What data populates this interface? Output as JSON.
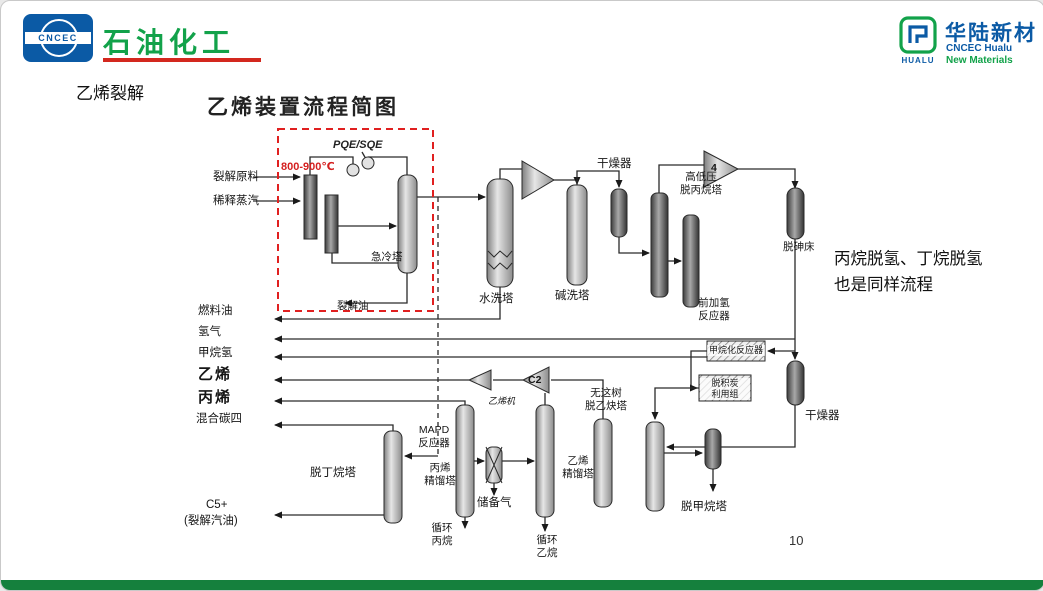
{
  "header": {
    "cncec_logo_text": "CNCEC",
    "brand_text": "石油化工",
    "hualu_title": "华陆新材",
    "hualu_sub_en": "CNCEC Hualu",
    "hualu_sub_en2": "New Materials",
    "hualu_icon_caption": "HUALU"
  },
  "slide": {
    "section_label": "乙烯裂解",
    "diagram_title": "乙烯装置流程简图",
    "side_note": "丙烷脱氢、丁烷脱氢\n也是同样流程",
    "page_number": "10"
  },
  "diagram": {
    "temperature": "800-900℃",
    "pqe_sqe": "PQE/SQE",
    "inputs": {
      "feed": "裂解原料",
      "dilution_steam": "稀释蒸汽"
    },
    "units": {
      "quench_tower": "急冷塔",
      "cracked_oil": "裂解油",
      "water_wash": "水洗塔",
      "caustic_wash": "碱洗塔",
      "dryer_1": "干燥器",
      "depropanizer": "高低压\n脱丙烷塔",
      "compressor_4": "4",
      "arsenic_bed": "脱砷床",
      "front_hydrogenation": "前加氢\n反应器",
      "methanation": "甲烷化反应器",
      "recovery_unit": "脱积炭\n利用组",
      "dryer_2": "干燥器",
      "debutanizer": "脱丁烷塔",
      "propylene_tower": "丙烯\n精馏塔",
      "mapd_reactor": "MAPD\n反应器",
      "reserve_gas": "储备气",
      "recycle_propane": "循环\n丙烷",
      "ethylene_tower": "乙烯\n精馏塔",
      "recycle_ethane": "循环\n乙烷",
      "ethylene_compressor": "乙烯机",
      "c2_compressor": "C2",
      "deacetylenizer": "无这树\n脱乙炔塔",
      "demethanizer": "脱甲烷塔"
    },
    "products": {
      "fuel_oil": "燃料油",
      "hydrogen": "氢气",
      "methane_hydrogen": "甲烷氢",
      "ethylene": "乙烯",
      "propylene": "丙烯",
      "mixed_c4": "混合碳四",
      "c5_plus": "C5+",
      "c5_note": "(裂解汽油)"
    },
    "colors": {
      "highlight_red": "#e02020",
      "brand_green": "#12a24a",
      "brand_blue": "#0b5aa5",
      "footer_green": "#15803d"
    }
  }
}
